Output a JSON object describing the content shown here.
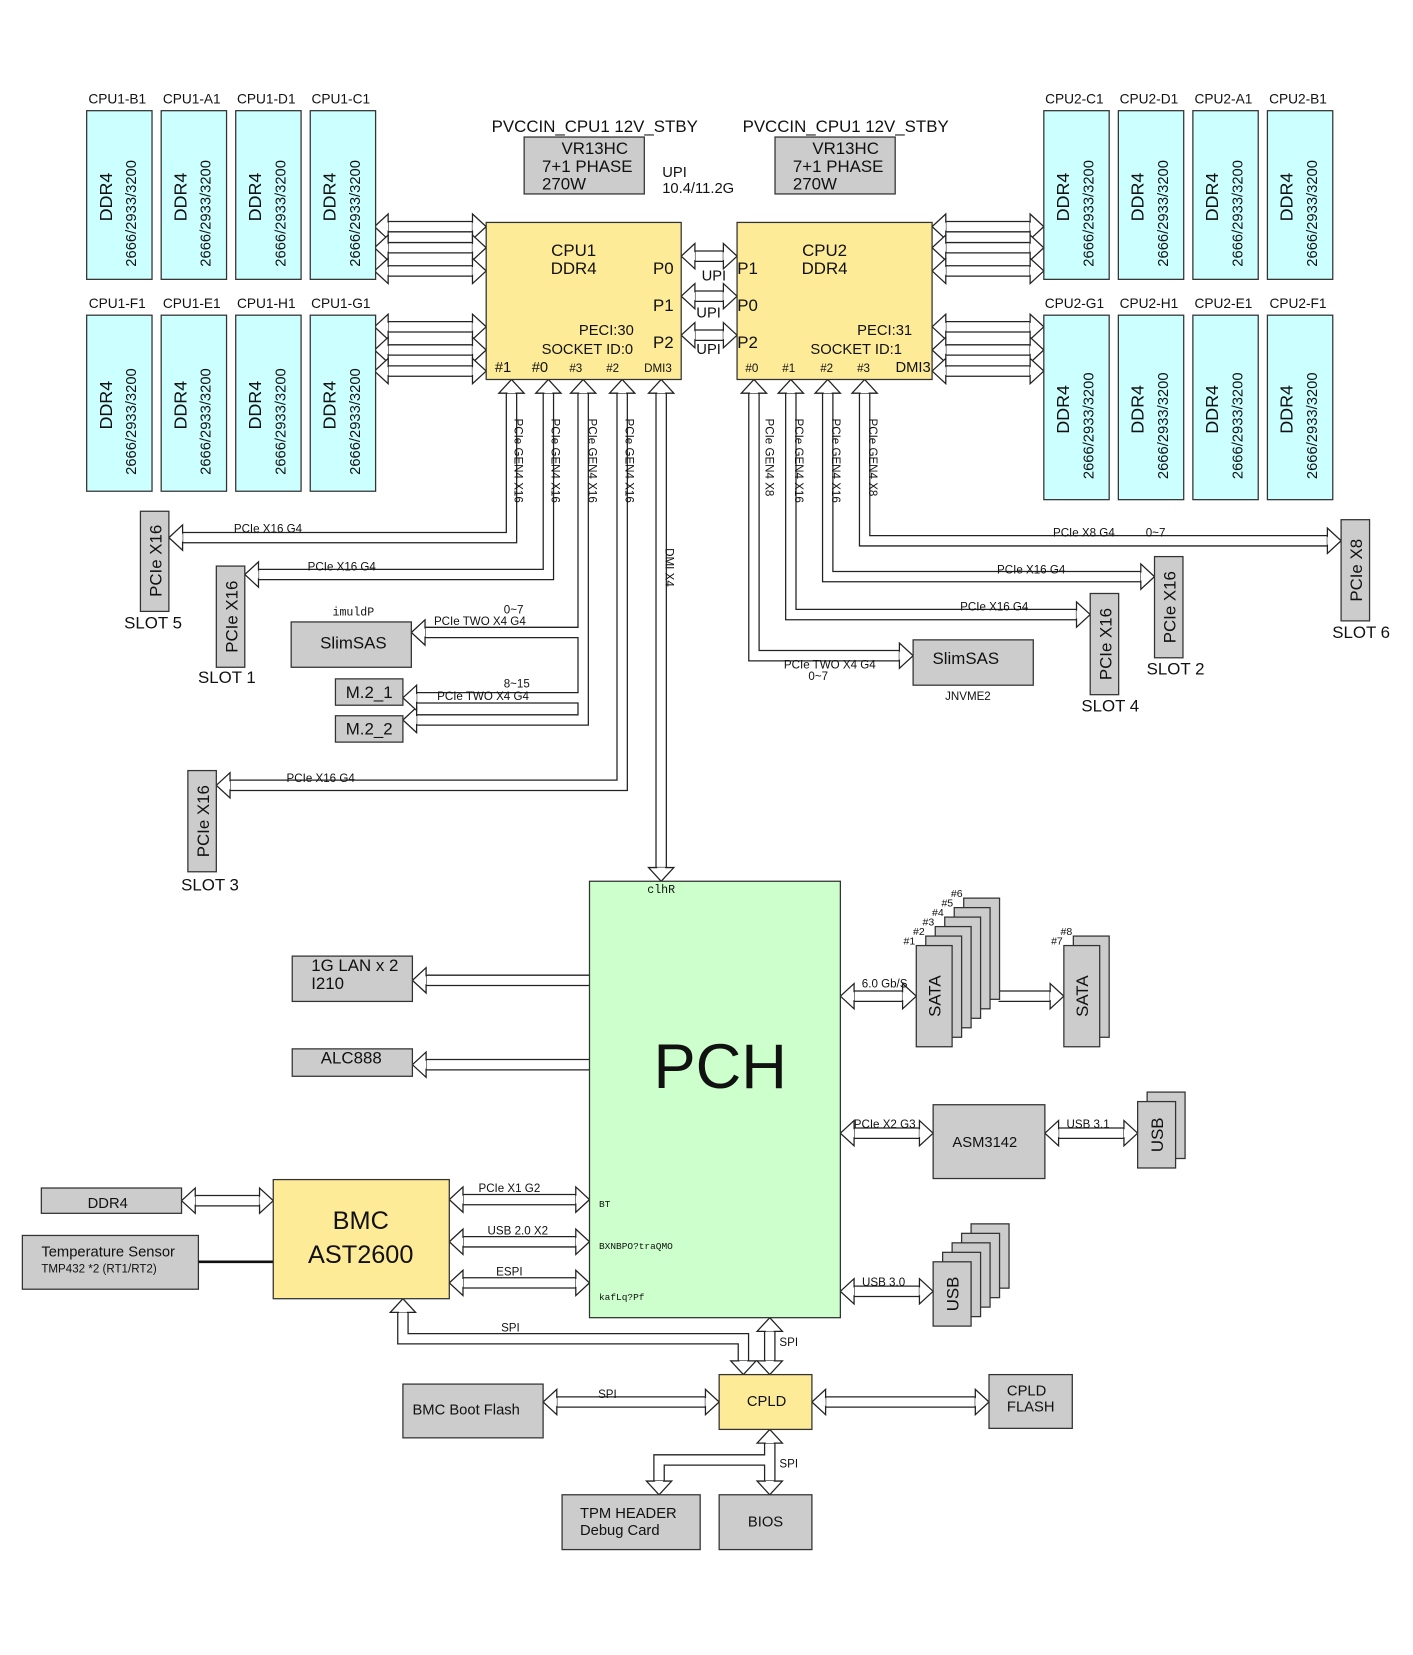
{
  "memory": {
    "type": "DDR4",
    "speed": "2666/2933/3200",
    "cpu1_top": [
      "CPU1-B1",
      "CPU1-A1",
      "CPU1-D1",
      "CPU1-C1"
    ],
    "cpu1_bottom": [
      "CPU1-F1",
      "CPU1-E1",
      "CPU1-H1",
      "CPU1-G1"
    ],
    "cpu2_top": [
      "CPU2-C1",
      "CPU2-D1",
      "CPU2-A1",
      "CPU2-B1"
    ],
    "cpu2_bottom": [
      "CPU2-G1",
      "CPU2-H1",
      "CPU2-E1",
      "CPU2-F1"
    ]
  },
  "vr": [
    {
      "rail": "PVCCIN_CPU1 12V_STBY",
      "controller": "VR13HC",
      "phase": "7+1 PHASE",
      "power": "270W"
    },
    {
      "rail": "PVCCIN_CPU1 12V_STBY",
      "controller": "VR13HC",
      "phase": "7+1 PHASE",
      "power": "270W"
    }
  ],
  "upi": {
    "title": "UPI",
    "speed": "10.4/11.2G",
    "link_label": "UPI"
  },
  "cpu1": {
    "name": "CPU1",
    "mem": "DDR4",
    "ports": [
      "P0",
      "P1",
      "P2"
    ],
    "peci": "PECI:30",
    "socket": "SOCKET ID:0",
    "lanes": [
      "#1",
      "#0",
      "#3",
      "#2",
      "DMI3"
    ]
  },
  "cpu2": {
    "name": "CPU2",
    "mem": "DDR4",
    "ports": [
      "P1",
      "P0",
      "P2"
    ],
    "peci": "PECI:31",
    "socket": "SOCKET ID:1",
    "lanes": [
      "#0",
      "#1",
      "#2",
      "#3",
      "DMI3"
    ]
  },
  "lane_labels": {
    "cpu1": [
      "PCIe GEN4 X16",
      "PCIe GEN4 X16",
      "PCIe GEN4 X16",
      "PCIe GEN4 X16"
    ],
    "cpu2": [
      "PCIe GEN4 X8",
      "PCIe GEN4 X16",
      "PCIe GEN4 X16",
      "PCIe GEN4 X8"
    ],
    "dmi": "DMI X4"
  },
  "slots": [
    {
      "type": "PCIe  X16",
      "name": "SLOT 5"
    },
    {
      "type": "PCIe X16",
      "name": "SLOT 1"
    },
    {
      "type": "PCIe X16",
      "name": "SLOT 3"
    },
    {
      "type": "PCIe X8",
      "name": "SLOT 6"
    },
    {
      "type": "PCIe X16",
      "name": "SLOT 2"
    },
    {
      "type": "PCIe X16",
      "name": "SLOT 4"
    }
  ],
  "links": {
    "slot5": "PCIe X16 G4",
    "slot1": "PCIe X16 G4",
    "slimsas_left_lanes": "0~7",
    "slimsas_left": "PCIe TWO X4 G4",
    "m2_lanes": "8~15",
    "m2": "PCIe TWO X4 G4",
    "slot3": "PCIe X16 G4",
    "slot6": "PCIe X8 G4",
    "slot6_lanes": "0~7",
    "slot2": "PCIe X16 G4",
    "slot4": "PCIe X16 G4",
    "slimsas_right": "PCIe TWO X4 G4",
    "slimsas_right_lanes": "0~7",
    "sata": "6.0 Gb/S",
    "asm": "PCIe X2 G3",
    "usb31": "USB 3.1",
    "usb30": "USB 3.0",
    "bmc_pcie": "PCIe X1 G2",
    "bmc_usb": "USB 2.0 X2",
    "bmc_espi": "ESPI",
    "bmc_spi": "SPI",
    "pch_spi": "SPI",
    "bootflash_spi": "SPI",
    "bios_spi": "SPI"
  },
  "storage": {
    "slimsas_left": "SlimSAS",
    "slimsas_left_tag": "imuldP",
    "m2_1": "M.2_1",
    "m2_2": "M.2_2",
    "slimsas_right": "SlimSAS",
    "slimsas_right_tag": "JNVME2"
  },
  "pch": {
    "name": "PCH",
    "top_tag": "clhR",
    "pins": [
      "BT",
      "BXNBPO?traQMO",
      "kafLq?Pf"
    ]
  },
  "lan": {
    "line1": "1G LAN x 2",
    "line2": "I210"
  },
  "audio": "ALC888",
  "sata": {
    "label": "SATA",
    "ports": [
      "#1",
      "#2",
      "#3",
      "#4",
      "#5",
      "#6"
    ],
    "ports2": [
      "#7",
      "#8"
    ]
  },
  "asm": "ASM3142",
  "usb": "USB",
  "bmc": {
    "name": "BMC",
    "model": "AST2600",
    "ddr": "DDR4"
  },
  "temp": {
    "title": "Temperature Sensor",
    "detail": "TMP432 *2 (RT1/RT2)"
  },
  "cpld": "CPLD",
  "cpld_flash": {
    "line1": "CPLD",
    "line2": "FLASH"
  },
  "boot_flash": "BMC Boot Flash",
  "tpm": {
    "line1": "TPM HEADER",
    "line2": "Debug Card"
  },
  "bios": "BIOS",
  "colors": {
    "dimm": "#ccffff",
    "cpu": "#fdeb98",
    "pch": "#ccffcc",
    "peripheral": "#cccccc"
  }
}
